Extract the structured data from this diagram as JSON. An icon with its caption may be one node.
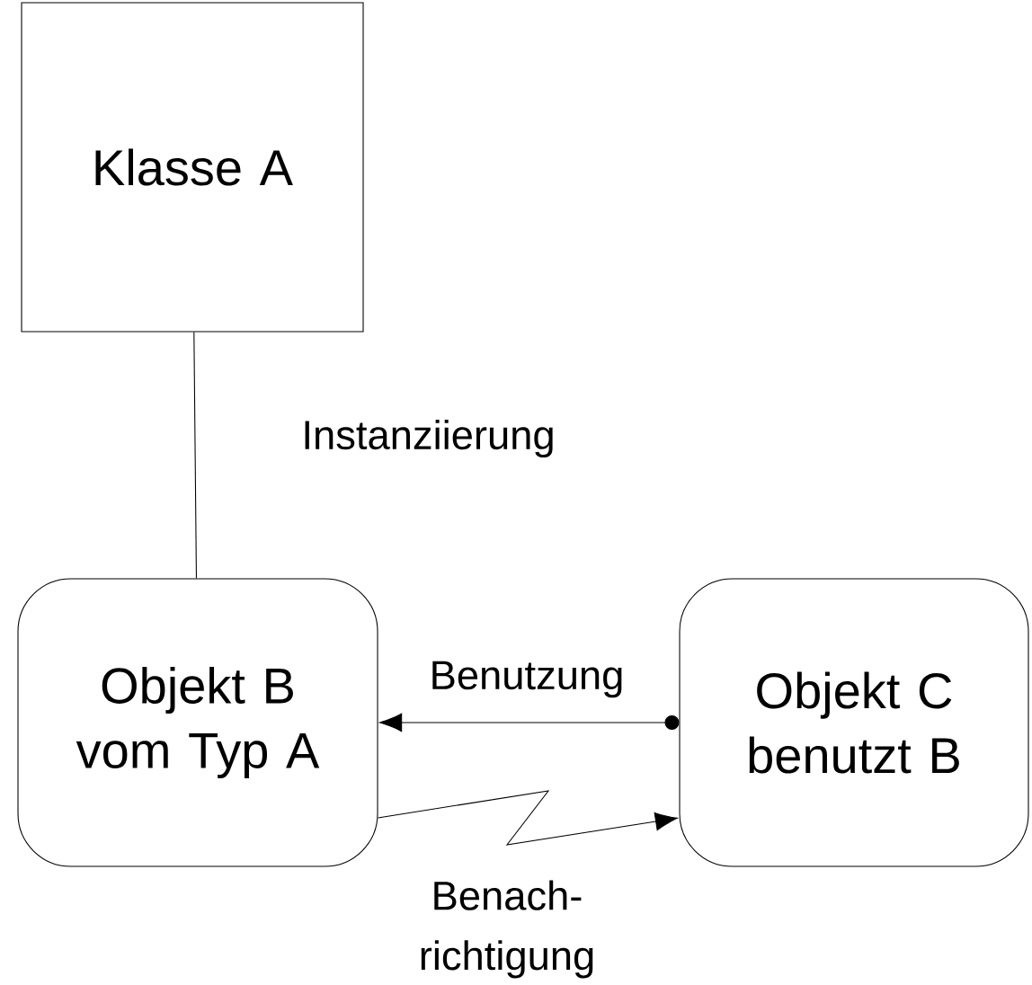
{
  "diagram": {
    "nodes": [
      {
        "text": [
          "Klasse A"
        ]
      },
      {
        "text": [
          "Objekt B vom Typ A"
        ]
      },
      {
        "text": [
          "Objekt C benutzt B"
        ]
      }
    ],
    "edges": [
      {
        "from": 0,
        "to": 1,
        "arrow": "none",
        "label": "Instanziierung"
      },
      {
        "from": 2,
        "to": 1,
        "arrow": "to",
        "label": "Benutzung"
      },
      {
        "from": 1,
        "to": 2,
        "arrow": "to",
        "label": "Benach- richtigung"
      }
    ]
  }
}
